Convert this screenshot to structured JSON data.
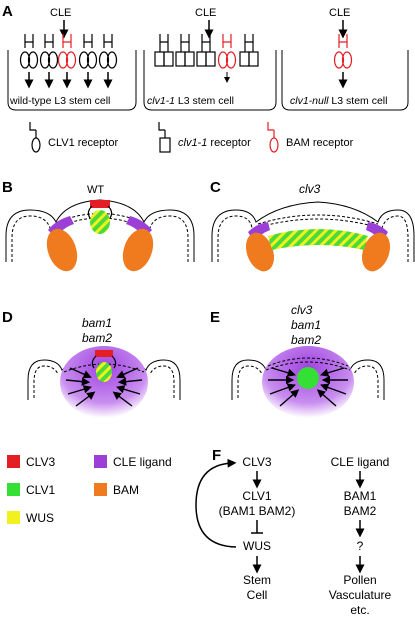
{
  "panels": {
    "a": {
      "letter": "A",
      "ligand": "CLE",
      "cells": [
        {
          "name_italic": "",
          "name_rest": "wild-type L3 stem cell"
        },
        {
          "name_italic": "clv1-1",
          "name_rest": " L3 stem cell"
        },
        {
          "name_italic": "clv1-null",
          "name_rest": " L3 stem cell"
        }
      ],
      "legend": [
        {
          "label_italic": "",
          "label_rest": "CLV1 receptor"
        },
        {
          "label_italic": "clv1-1",
          "label_rest": " receptor"
        },
        {
          "label_italic": "",
          "label_rest": "BAM receptor"
        }
      ]
    },
    "b": {
      "letter": "B",
      "genotype": "WT"
    },
    "c": {
      "letter": "C",
      "genotype": "clv3"
    },
    "d": {
      "letter": "D",
      "genotype_line1": "bam1",
      "genotype_line2": "bam2"
    },
    "e": {
      "letter": "E",
      "genotype_line1": "clv3",
      "genotype_line2": "bam1",
      "genotype_line3": "bam2"
    },
    "f": {
      "letter": "F",
      "left": {
        "n1": "CLV3",
        "n2a": "CLV1",
        "n2b": "(BAM1 BAM2)",
        "n3": "WUS",
        "n4a": "Stem",
        "n4b": "Cell"
      },
      "right": {
        "n1": "CLE ligand",
        "n2a": "BAM1",
        "n2b": "BAM2",
        "n3": "?",
        "n4a": "Pollen",
        "n4b": "Vasculature",
        "n4c": "etc."
      }
    }
  },
  "color_legend": [
    {
      "label": "CLV3",
      "color": "#e31e24"
    },
    {
      "label": "CLE ligand",
      "color": "#9b3fd6"
    },
    {
      "label": "CLV1",
      "color": "#33e033"
    },
    {
      "label": "BAM",
      "color": "#f07a1e"
    },
    {
      "label": "WUS",
      "color": "#f2f01e"
    }
  ]
}
